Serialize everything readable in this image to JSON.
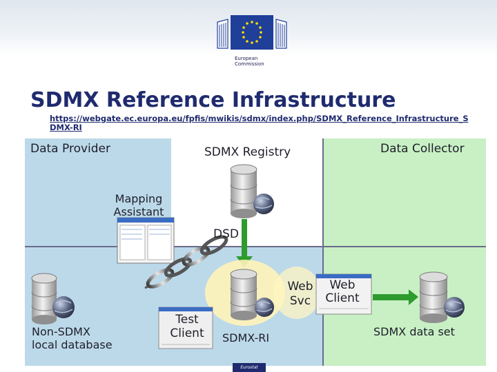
{
  "header": {
    "org_label": "European Commission",
    "org_line1": "European",
    "org_line2": "Commission",
    "colors": {
      "flag_blue": "#1f3f99",
      "star_yellow": "#ffdd00",
      "title_color": "#1f2b6e"
    }
  },
  "slide": {
    "title": "SDMX Reference Infrastructure",
    "url": "https://webgate.ec.europa.eu/fpfis/mwikis/sdmx/index.php/SDMX_Reference_Infrastructure_SDMX-RI"
  },
  "regions": {
    "provider": {
      "label": "Data Provider",
      "color": "#bcd9ea"
    },
    "registry": {
      "label": "SDMX Registry",
      "color": "#ffffff"
    },
    "collector": {
      "label": "Data Collector",
      "color": "#c8f0c4"
    }
  },
  "components": {
    "mapping_assistant": {
      "line1": "Mapping",
      "line2": "Assistant"
    },
    "dsd": "DSD",
    "web_svc": {
      "line1": "Web",
      "line2": "Svc"
    },
    "web_client": {
      "line1": "Web",
      "line2": "Client"
    },
    "test_client": {
      "line1": "Test",
      "line2": "Client"
    },
    "non_sdmx_db": {
      "line1": "Non-SDMX",
      "line2": "local database"
    },
    "sdmx_ri": "SDMX-RI",
    "sdmx_data_set": "SDMX data set",
    "arrow_color": "#2e9b2e"
  },
  "footer": {
    "badge": "Eurostat"
  }
}
